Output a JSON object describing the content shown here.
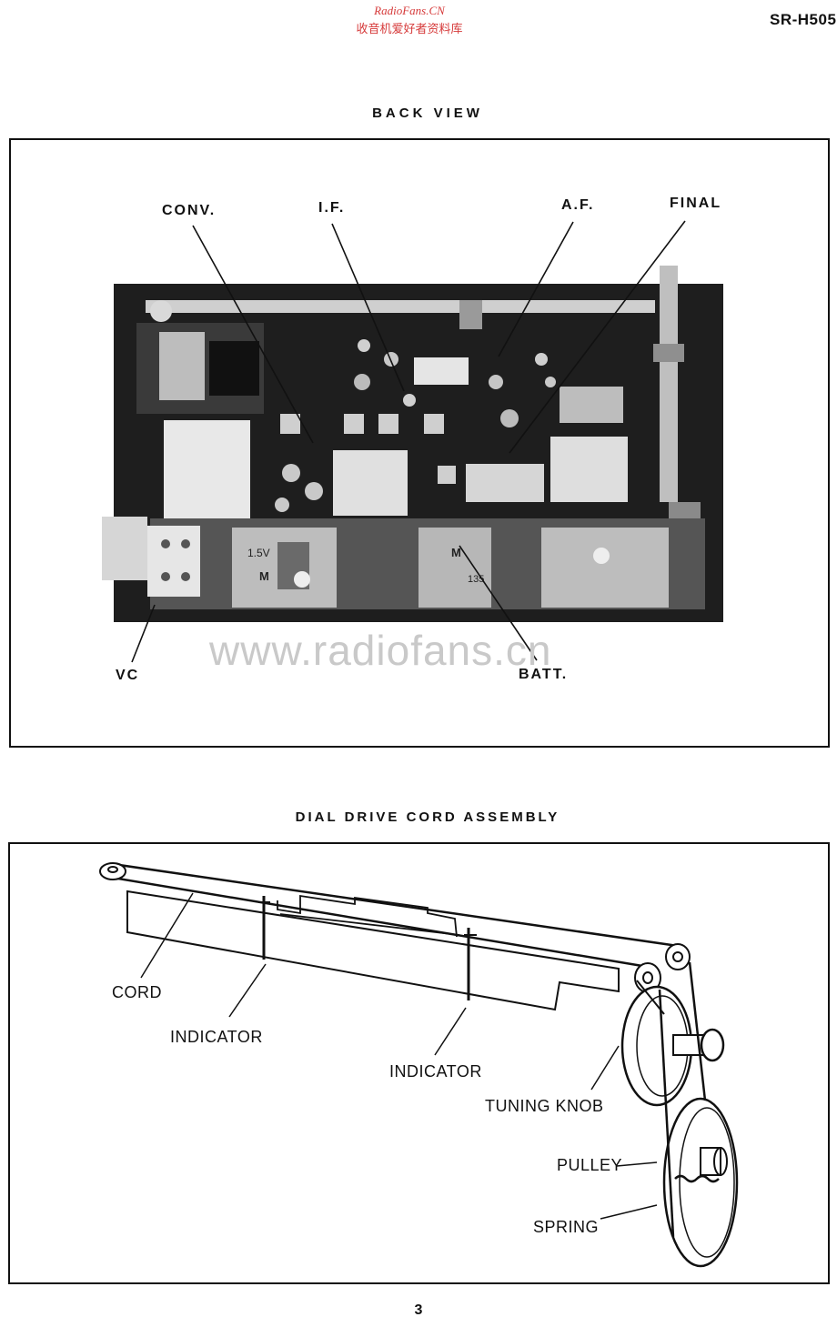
{
  "header": {
    "watermark_line1": "RadioFans.CN",
    "watermark_line2": "收音机爱好者资料库",
    "model": "SR-H505"
  },
  "back_view": {
    "title": "BACK VIEW",
    "labels": {
      "conv": "CONV.",
      "if": "I.F.",
      "af": "A.F.",
      "final": "FINAL",
      "vc": "VC",
      "batt": "BATT."
    },
    "watermark": "www.radiofans.cn",
    "photo_markings": [
      "1.5V",
      "M",
      "M",
      "135"
    ]
  },
  "dial_drive": {
    "title": "DIAL DRIVE CORD ASSEMBLY",
    "labels": {
      "cord": "CORD",
      "indicator_1": "INDICATOR",
      "indicator_2": "INDICATOR",
      "tuning_knob": "TUNING KNOB",
      "pulley": "PULLEY",
      "spring": "SPRING"
    }
  },
  "footer": {
    "page_number": "3"
  },
  "colors": {
    "ink": "#111111",
    "watermark_red": "#d63a3a",
    "watermark_gray": "#c9c9c9",
    "photo_bg": "#1e1e1e"
  }
}
